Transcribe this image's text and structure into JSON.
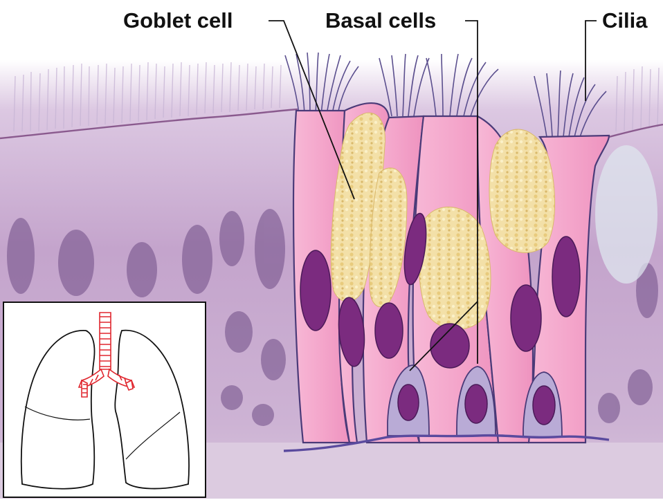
{
  "labels": {
    "goblet_cell": "Goblet cell",
    "basal_cells": "Basal cells",
    "cilia": "Cilia"
  },
  "colors": {
    "background_tissue": "#c7a7cf",
    "cell_pink": "#f2a8cc",
    "nucleus": "#7c2a7e",
    "mucus": "#f1dca0",
    "basal_cell": "#b7a9d3",
    "airway_inset": "#e0262e",
    "outline": "#111111"
  },
  "inset": {
    "depicts": "lungs-with-highlighted-trachea-and-bronchi"
  }
}
